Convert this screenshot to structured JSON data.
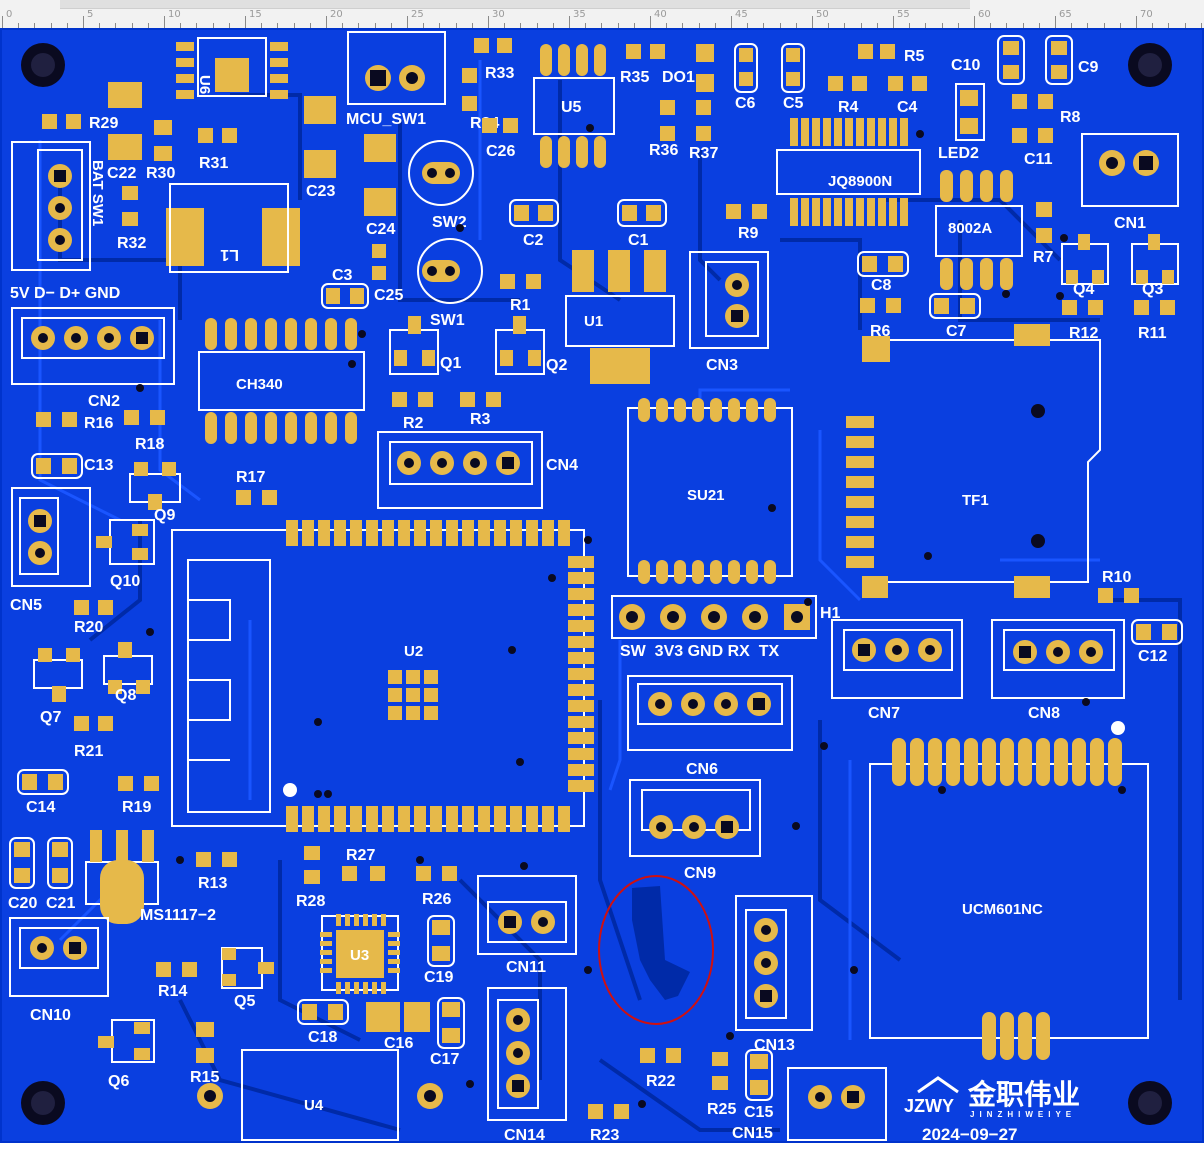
{
  "ruler": {
    "labels": [
      "5",
      "10",
      "15",
      "20",
      "25",
      "30",
      "35",
      "40",
      "45",
      "50",
      "55",
      "60",
      "65",
      "70"
    ],
    "origin": "0"
  },
  "colors": {
    "board": "#0033cc",
    "copper": "#1a55ff",
    "pad": "#e6b94a",
    "silk": "#ffffff",
    "highlight": "#d01010"
  },
  "board": {
    "refs": {
      "U6": "U6",
      "MCU_SW1": "MCU_SW1",
      "R33": "R33",
      "R35": "R35",
      "DO1": "DO1",
      "R5": "R5",
      "C10": "C10",
      "C9": "C9",
      "R29": "R29",
      "C22": "C22",
      "R30": "R30",
      "R31": "R31",
      "R34": "R34",
      "C26": "C26",
      "U5": "U5",
      "R36": "R36",
      "R37": "R37",
      "C6": "C6",
      "C5": "C5",
      "R4": "R4",
      "C4": "C4",
      "R8": "R8",
      "LED2": "LED2",
      "C11": "C11",
      "BAT_SW1": "BAT SW1",
      "R32": "R32",
      "L1": "L1",
      "C23": "C23",
      "C24": "C24",
      "SW2": "SW2",
      "C2": "C2",
      "C1": "C1",
      "JQ8900N": "JQ8900N",
      "R9": "R9",
      "8002A": "8002A",
      "R7": "R7",
      "CN1": "CN1",
      "Q4": "Q4",
      "Q3": "Q3",
      "C3": "C3",
      "C25": "C25",
      "R1": "R1",
      "U1": "U1",
      "C8": "C8",
      "C7": "C7",
      "R12": "R12",
      "R11": "R11",
      "CN2_top": "5V  D−  D+  GND",
      "CN2": "CN2",
      "CH340": "CH340",
      "SW1": "SW1",
      "Q1": "Q1",
      "Q2": "Q2",
      "CN3": "CN3",
      "R6": "R6",
      "R16": "R16",
      "R18": "R18",
      "R2": "R2",
      "R3": "R3",
      "C13": "C13",
      "CN4": "CN4",
      "Q9": "Q9",
      "R17": "R17",
      "SU21": "SU21",
      "TF1": "TF1",
      "CN5": "CN5",
      "Q10": "Q10",
      "R20": "R20",
      "U2": "U2",
      "H1": "H1",
      "H1_pins": "SW  3V3 GND RX  TX",
      "R10": "R10",
      "C12": "C12",
      "CN7": "CN7",
      "CN8": "CN8",
      "Q8": "Q8",
      "Q7": "Q7",
      "R21": "R21",
      "CN6": "CN6",
      "C14": "C14",
      "R19": "R19",
      "UCM601NC": "UCM601NC",
      "CN9": "CN9",
      "R27": "R27",
      "R13": "R13",
      "C20": "C20",
      "C21": "C21",
      "MS1117": "MS1117−2",
      "R28": "R28",
      "R26": "R26",
      "CN11": "CN11",
      "U3": "U3",
      "C19": "C19",
      "CN10": "CN10",
      "R14": "R14",
      "Q5": "Q5",
      "C18": "C18",
      "C16": "C16",
      "C17": "C17",
      "CN13": "CN13",
      "Q6": "Q6",
      "R15": "R15",
      "U4": "U4",
      "R22": "R22",
      "R25": "R25",
      "C15": "C15",
      "CN15": "CN15",
      "CN14": "CN14",
      "R23": "R23"
    },
    "logo": {
      "mark": "JZWY",
      "name": "金职伟业",
      "pinyin": "JINZHIWEIYE",
      "date": "2024−09−27"
    }
  }
}
